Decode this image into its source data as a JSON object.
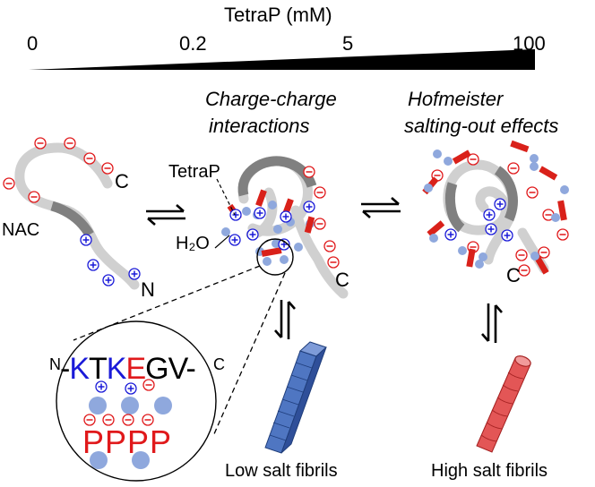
{
  "scale": {
    "title": "TetraP (mM)",
    "ticks": [
      "0",
      "0.2",
      "5",
      "100"
    ]
  },
  "headings": {
    "left": [
      "Charge-charge",
      "interactions"
    ],
    "right": [
      "Hofmeister",
      "salting-out effects"
    ]
  },
  "labels": {
    "nac": "NAC",
    "c_term": "C",
    "n_term": "N",
    "tetrap": "TetraP",
    "water": "H₂O",
    "low_salt": "Low salt fibrils",
    "high_salt": "High salt fibrils"
  },
  "sequence": {
    "n_prefix": "N",
    "residues": [
      {
        "text": "-",
        "color": "black"
      },
      {
        "text": "K",
        "color": "blue"
      },
      {
        "text": "T",
        "color": "black"
      },
      {
        "text": "K",
        "color": "blue"
      },
      {
        "text": "E",
        "color": "red"
      },
      {
        "text": "G",
        "color": "black"
      },
      {
        "text": "V",
        "color": "black"
      },
      {
        "text": "-",
        "color": "black"
      }
    ],
    "c_suffix": "C",
    "pppp": "PPPP"
  },
  "colors": {
    "peptide_light": "#d0d0d0",
    "peptide_dark": "#808080",
    "negative": "#e0191b",
    "positive": "#1a1ad8",
    "water": "#8fa8dd",
    "tetrap": "#d9211a",
    "fibril_blue": "#4f76c2",
    "fibril_red": "#e35656"
  },
  "icons": [
    "negative-charge-icon",
    "positive-charge-icon",
    "equilibrium-arrows-icon",
    "fibril-icon"
  ]
}
